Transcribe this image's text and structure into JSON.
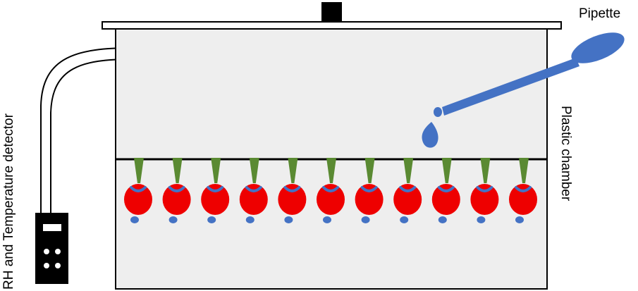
{
  "labels": {
    "pipette": "Pipette",
    "chamber": "Plastic chamber",
    "detector": "RH and Temperature detector"
  },
  "colors": {
    "chamber_fill": "#eeeeee",
    "outline": "#000000",
    "fruit": "#ee0000",
    "droplet": "#4472c4",
    "stem": "#5a8a32",
    "pipette": "#4472c4",
    "detector_body": "#000000",
    "detector_button": "#ffffff"
  },
  "fruit_count": 11
}
